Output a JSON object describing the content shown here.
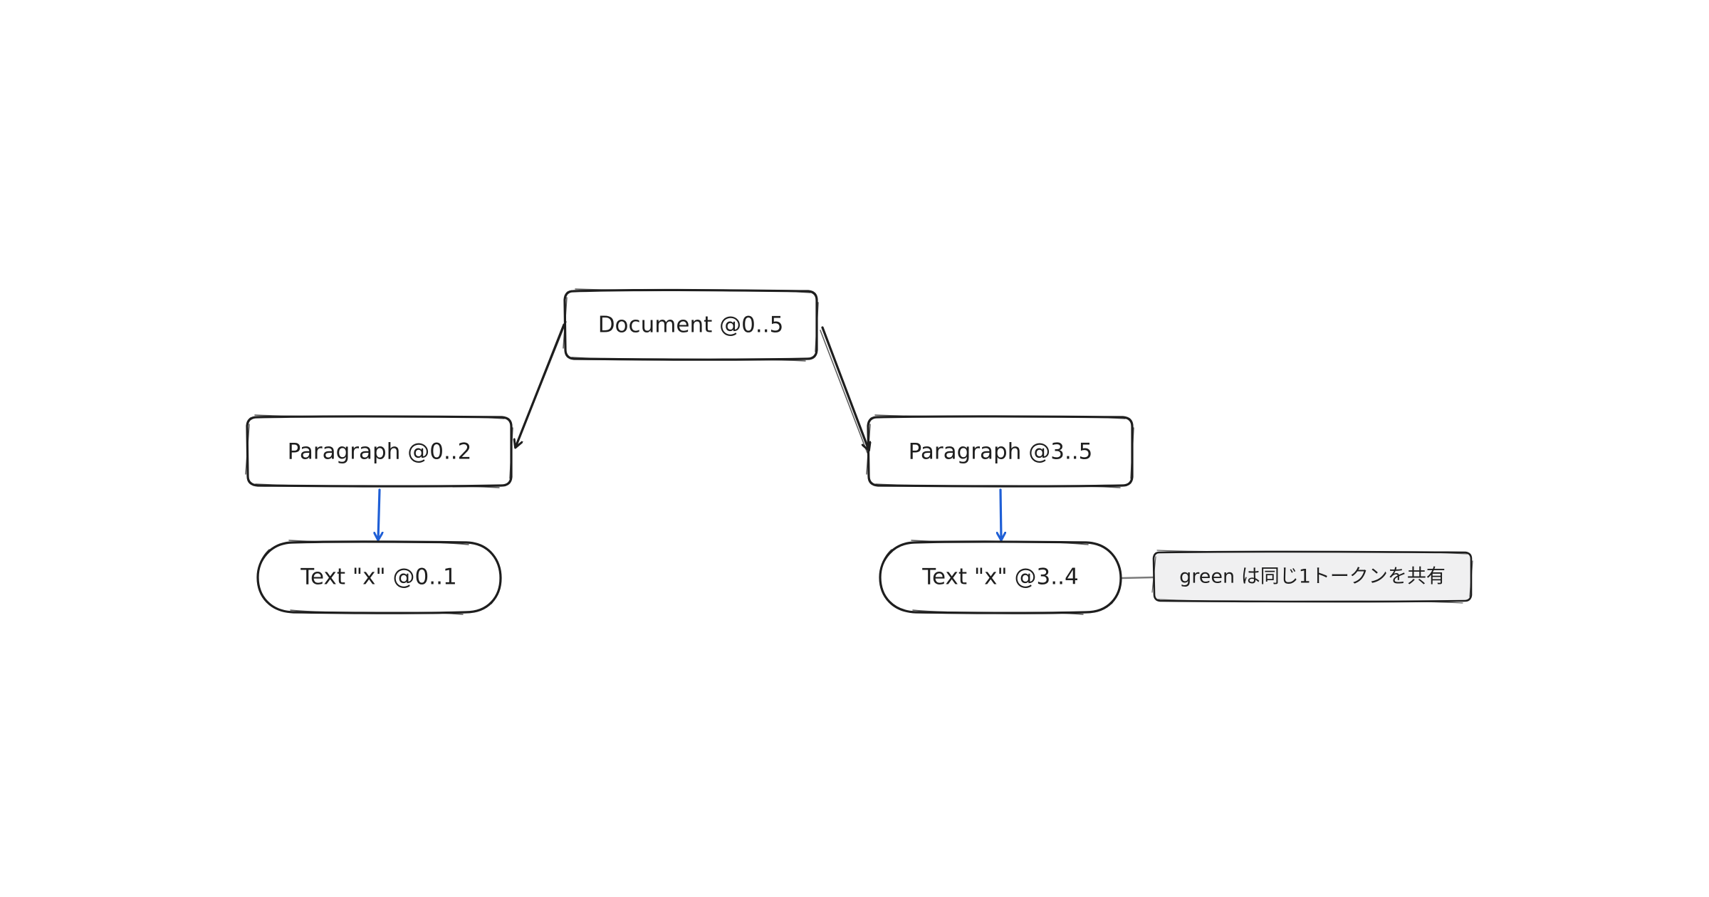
{
  "diagram": {
    "nodes": {
      "document": {
        "label": "Document @0..5"
      },
      "paragraph_left": {
        "label": "Paragraph @0..2"
      },
      "paragraph_right": {
        "label": "Paragraph @3..5"
      },
      "text_left": {
        "label": "Text \"x\" @0..1"
      },
      "text_right": {
        "label": "Text \"x\" @3..4"
      }
    },
    "note": {
      "label": "green は同じ1トークンを共有"
    },
    "colors": {
      "stroke": "#1e1e1e",
      "child_arrow": "#1f5fd6",
      "note_fill": "#f0f0f1",
      "connector": "#7a7a7a",
      "background": "#ffffff"
    }
  }
}
